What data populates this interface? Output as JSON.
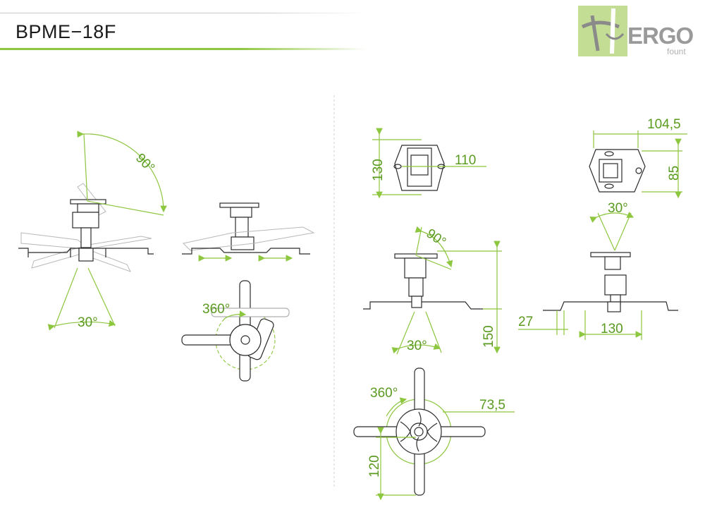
{
  "title": "BPME−18F",
  "logo": {
    "word": "ERGO",
    "sub": "fount",
    "box_color": "#c4dd95"
  },
  "colors": {
    "accent": "#8dc63f",
    "line": "#2b2b2b"
  },
  "dimensions": {
    "tilt_left": "90°",
    "swivel_left": "30°",
    "rotation_left": "360°",
    "plate_height": "130",
    "plate_width": "110",
    "plate2_width": "104,5",
    "plate2_height": "85",
    "swivel_right": "30°",
    "tilt_center": "90°",
    "drop_height": "150",
    "swivel_center": "30°",
    "arm_offset": "27",
    "arm_width": "130",
    "rotation_center": "360°",
    "hub_radius": "73,5",
    "arm_length": "120"
  }
}
